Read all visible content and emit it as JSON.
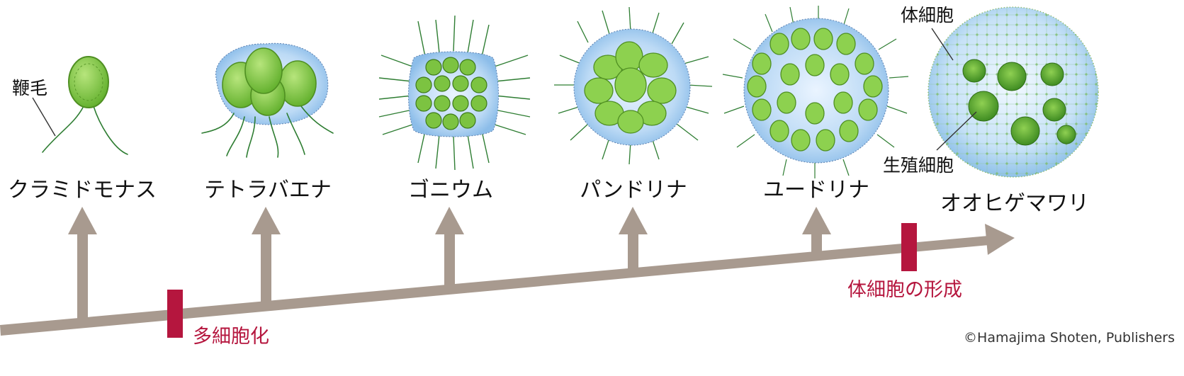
{
  "organisms": [
    {
      "name": "クラミドモナス",
      "icon": "chlamydomonas-icon"
    },
    {
      "name": "テトラバエナ",
      "icon": "tetrabaena-icon"
    },
    {
      "name": "ゴニウム",
      "icon": "gonium-icon"
    },
    {
      "name": "パンドリナ",
      "icon": "pandorina-icon"
    },
    {
      "name": "ユードリナ",
      "icon": "eudorina-icon"
    },
    {
      "name": "オオヒゲマワリ",
      "icon": "volvox-icon"
    }
  ],
  "labels": {
    "flagellum": "鞭毛",
    "somatic_cell": "体細胞",
    "germ_cell": "生殖細胞"
  },
  "events": {
    "multicellularity": "多細胞化",
    "somatic_formation": "体細胞の形成"
  },
  "credit": "©Hamajima Shoten, Publishers",
  "colors": {
    "arrow": "#a89a8f",
    "marker": "#b5163e",
    "cell_green": "#8dd14f",
    "matrix_blue": "#a9cff0"
  }
}
